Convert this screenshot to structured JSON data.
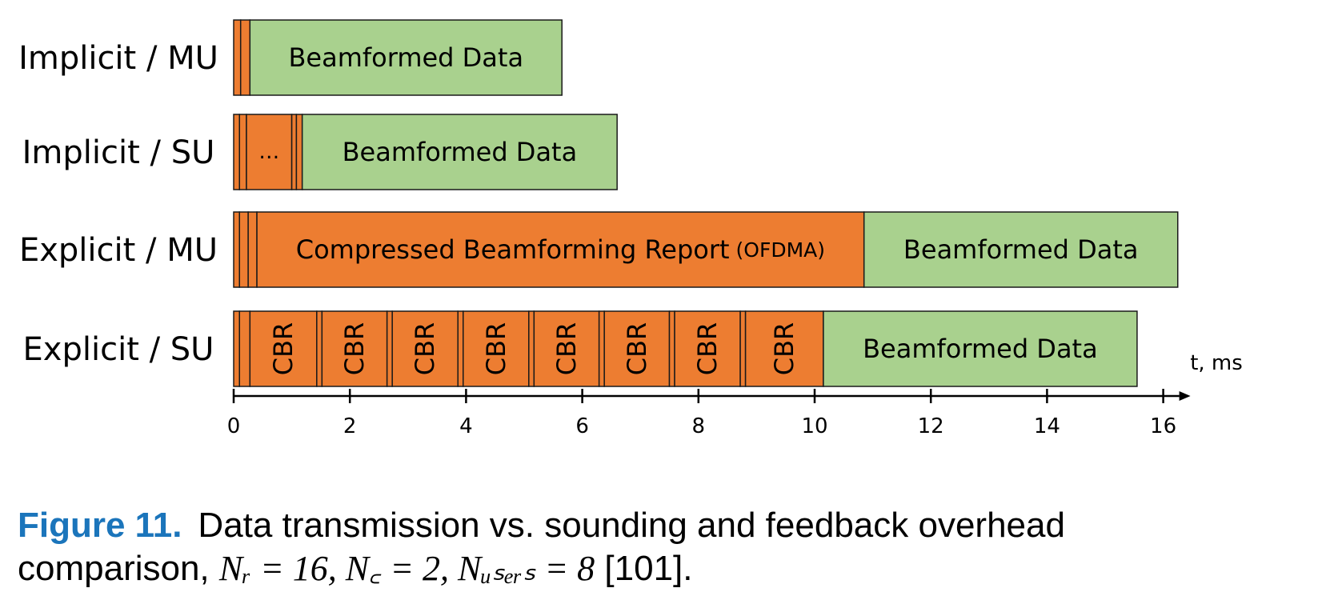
{
  "chart_data": {
    "type": "bar",
    "orientation": "horizontal-stacked",
    "xlabel": "t, ms",
    "xlim": [
      0,
      16
    ],
    "xticks": [
      "0",
      "2",
      "4",
      "6",
      "8",
      "10",
      "12",
      "14",
      "16"
    ],
    "colors": {
      "overhead": "#ed7d31",
      "data": "#a9d18e",
      "outline": "#1a1a1a"
    },
    "rows": [
      {
        "label": "Implicit / MU",
        "segments": [
          {
            "start": 0,
            "end": 0.12,
            "kind": "overhead",
            "text": ""
          },
          {
            "start": 0.12,
            "end": 0.28,
            "kind": "overhead",
            "text": ""
          },
          {
            "start": 0.28,
            "end": 5.65,
            "kind": "data",
            "text": "Beamformed Data"
          }
        ]
      },
      {
        "label": "Implicit / SU",
        "segments": [
          {
            "start": 0,
            "end": 0.1,
            "kind": "overhead",
            "text": ""
          },
          {
            "start": 0.1,
            "end": 0.22,
            "kind": "overhead",
            "text": ""
          },
          {
            "start": 0.22,
            "end": 1.0,
            "kind": "overhead",
            "text": "…"
          },
          {
            "start": 1.0,
            "end": 1.08,
            "kind": "overhead",
            "text": ""
          },
          {
            "start": 1.08,
            "end": 1.18,
            "kind": "overhead",
            "text": ""
          },
          {
            "start": 1.18,
            "end": 6.6,
            "kind": "data",
            "text": "Beamformed Data"
          }
        ]
      },
      {
        "label": "Explicit / MU",
        "segments": [
          {
            "start": 0,
            "end": 0.1,
            "kind": "overhead",
            "text": ""
          },
          {
            "start": 0.1,
            "end": 0.25,
            "kind": "overhead",
            "text": ""
          },
          {
            "start": 0.25,
            "end": 0.4,
            "kind": "overhead",
            "text": ""
          },
          {
            "start": 0.4,
            "end": 10.85,
            "kind": "overhead",
            "text": "Compressed Beamforming Report",
            "suffix": "(OFDMA)"
          },
          {
            "start": 10.85,
            "end": 16.25,
            "kind": "data",
            "text": "Beamformed Data"
          }
        ]
      },
      {
        "label": "Explicit / SU",
        "segments": [
          {
            "start": 0,
            "end": 0.1,
            "kind": "overhead",
            "text": ""
          },
          {
            "start": 0.1,
            "end": 0.28,
            "kind": "overhead",
            "text": ""
          },
          {
            "start": 0.28,
            "end": 1.43,
            "kind": "overhead",
            "text": "CBR",
            "vertical": true
          },
          {
            "start": 1.43,
            "end": 1.52,
            "kind": "overhead",
            "text": ""
          },
          {
            "start": 1.52,
            "end": 2.64,
            "kind": "overhead",
            "text": "CBR",
            "vertical": true
          },
          {
            "start": 2.64,
            "end": 2.73,
            "kind": "overhead",
            "text": ""
          },
          {
            "start": 2.73,
            "end": 3.86,
            "kind": "overhead",
            "text": "CBR",
            "vertical": true
          },
          {
            "start": 3.86,
            "end": 3.95,
            "kind": "overhead",
            "text": ""
          },
          {
            "start": 3.95,
            "end": 5.08,
            "kind": "overhead",
            "text": "CBR",
            "vertical": true
          },
          {
            "start": 5.08,
            "end": 5.17,
            "kind": "overhead",
            "text": ""
          },
          {
            "start": 5.17,
            "end": 6.29,
            "kind": "overhead",
            "text": "CBR",
            "vertical": true
          },
          {
            "start": 6.29,
            "end": 6.38,
            "kind": "overhead",
            "text": ""
          },
          {
            "start": 6.38,
            "end": 7.5,
            "kind": "overhead",
            "text": "CBR",
            "vertical": true
          },
          {
            "start": 7.5,
            "end": 7.59,
            "kind": "overhead",
            "text": ""
          },
          {
            "start": 7.59,
            "end": 8.72,
            "kind": "overhead",
            "text": "CBR",
            "vertical": true
          },
          {
            "start": 8.72,
            "end": 8.81,
            "kind": "overhead",
            "text": ""
          },
          {
            "start": 8.81,
            "end": 10.15,
            "kind": "overhead",
            "text": "CBR",
            "vertical": true
          },
          {
            "start": 10.15,
            "end": 15.55,
            "kind": "data",
            "text": "Beamformed Data"
          }
        ]
      }
    ]
  },
  "caption": {
    "figure_label": "Figure 11.",
    "text_line1": "Data transmission vs. sounding and feedback overhead",
    "text_line2_prefix": "comparison,",
    "math": "Nᵣ = 16, N꜀ = 2, Nᵤₛₑᵣₛ = 8",
    "reference": "[101]."
  }
}
